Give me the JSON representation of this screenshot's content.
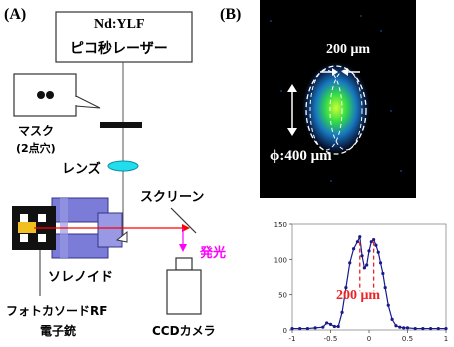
{
  "panel_a": {
    "label": "(A)",
    "laser_line1": "Nd:YLF",
    "laser_line2": "ピコ秒レーザー",
    "mask_line1": "マスク",
    "mask_line2": "(2点穴)",
    "lens": "レンズ",
    "screen": "スクリーン",
    "emission": "発光",
    "solenoid": "ソレノイド",
    "gun_line1": "フォトカソードRF",
    "gun_line2": "電子銃",
    "ccd": "CCDカメラ",
    "colors": {
      "beam": "#ff0000",
      "emission": "#ff00ff",
      "lens": "#22ddee",
      "solenoid": "#7b7bd8"
    }
  },
  "panel_b": {
    "label": "(B)",
    "width_label": "200 μm",
    "diameter_label": "ϕ:400 μm",
    "image_bg": "#000000"
  },
  "chart_data": {
    "type": "line",
    "xlim": [
      -1,
      1
    ],
    "ylim": [
      0,
      150
    ],
    "x_ticks": [
      "-1",
      "-0.5",
      "0",
      "0.5",
      "1"
    ],
    "y_ticks": [
      "0",
      "50",
      "100",
      "150"
    ],
    "annotation": "200 μm",
    "series": [
      {
        "color": "#1a1a8c",
        "x": [
          -1.0,
          -0.9,
          -0.8,
          -0.7,
          -0.6,
          -0.55,
          -0.5,
          -0.45,
          -0.4,
          -0.35,
          -0.3,
          -0.25,
          -0.2,
          -0.15,
          -0.12,
          -0.09,
          -0.06,
          -0.03,
          0.0,
          0.03,
          0.06,
          0.09,
          0.12,
          0.15,
          0.18,
          0.21,
          0.25,
          0.3,
          0.35,
          0.4,
          0.45,
          0.5,
          0.6,
          0.7,
          0.8,
          0.9,
          1.0
        ],
        "values": [
          2,
          2,
          2,
          3,
          4,
          10,
          8,
          5,
          5,
          25,
          60,
          95,
          115,
          125,
          132,
          105,
          88,
          92,
          112,
          125,
          128,
          120,
          110,
          95,
          80,
          60,
          35,
          15,
          6,
          4,
          3,
          3,
          2,
          2,
          2,
          2,
          2
        ]
      }
    ]
  }
}
